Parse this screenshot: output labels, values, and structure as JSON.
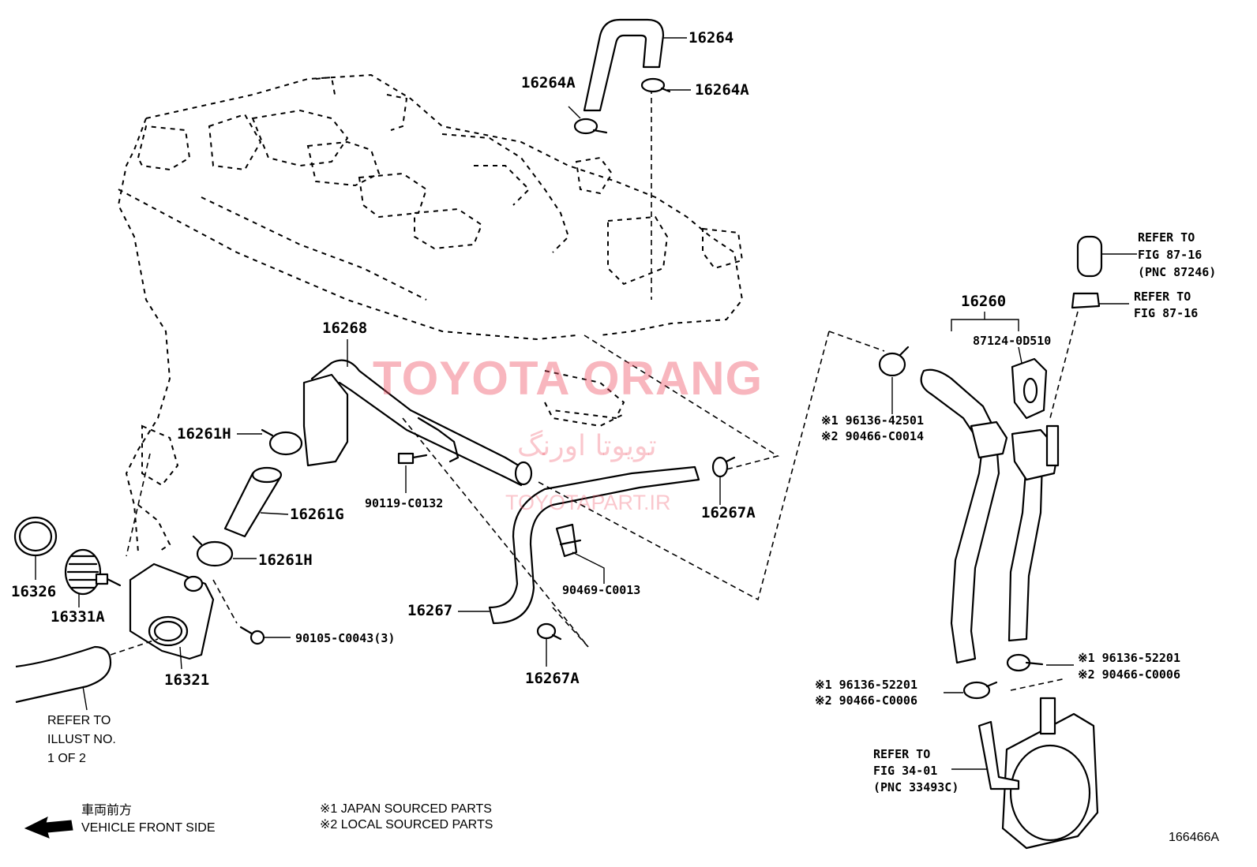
{
  "diagram_code": "166466A",
  "watermark": {
    "brand": "TOYOTA ORANG",
    "brand_fa": "تویوتا اورنگ",
    "site": "TOYOTAPART.IR"
  },
  "parts": {
    "p16264": "16264",
    "p16264a_left": "16264A",
    "p16264a_right": "16264A",
    "p16268": "16268",
    "p16261h_top": "16261H",
    "p16261g": "16261G",
    "p16261h_bottom": "16261H",
    "p90119": "90119-C0132",
    "p16267a_top": "16267A",
    "p90469": "90469-C0013",
    "p16267": "16267",
    "p16267a_bottom": "16267A",
    "p16326": "16326",
    "p16331a": "16331A",
    "p90105": "90105-C0043(3)",
    "p16321": "16321",
    "p16260": "16260",
    "p87124": "87124-0D510",
    "clamp_top_1": "※1 96136-42501",
    "clamp_top_2": "※2 90466-C0014",
    "clamp_mid_1": "※1 96136-52201",
    "clamp_mid_2": "※2 90466-C0006",
    "clamp_low_1": "※1 96136-52201",
    "clamp_low_2": "※2 90466-C0006"
  },
  "references": {
    "ref_87246": [
      "REFER TO",
      "FIG 87-16",
      "(PNC 87246)"
    ],
    "ref_8716": [
      "REFER TO",
      "FIG 87-16"
    ],
    "ref_3401": [
      "REFER TO",
      "FIG 34-01",
      "(PNC 33493C)"
    ],
    "ref_illust": [
      "REFER TO",
      "ILLUST NO.",
      "1 OF 2"
    ]
  },
  "legend": {
    "front_jp": "車両前方",
    "front_en": "VEHICLE FRONT SIDE",
    "note1": "※1 JAPAN SOURCED PARTS",
    "note2": "※2 LOCAL SOURCED PARTS"
  }
}
